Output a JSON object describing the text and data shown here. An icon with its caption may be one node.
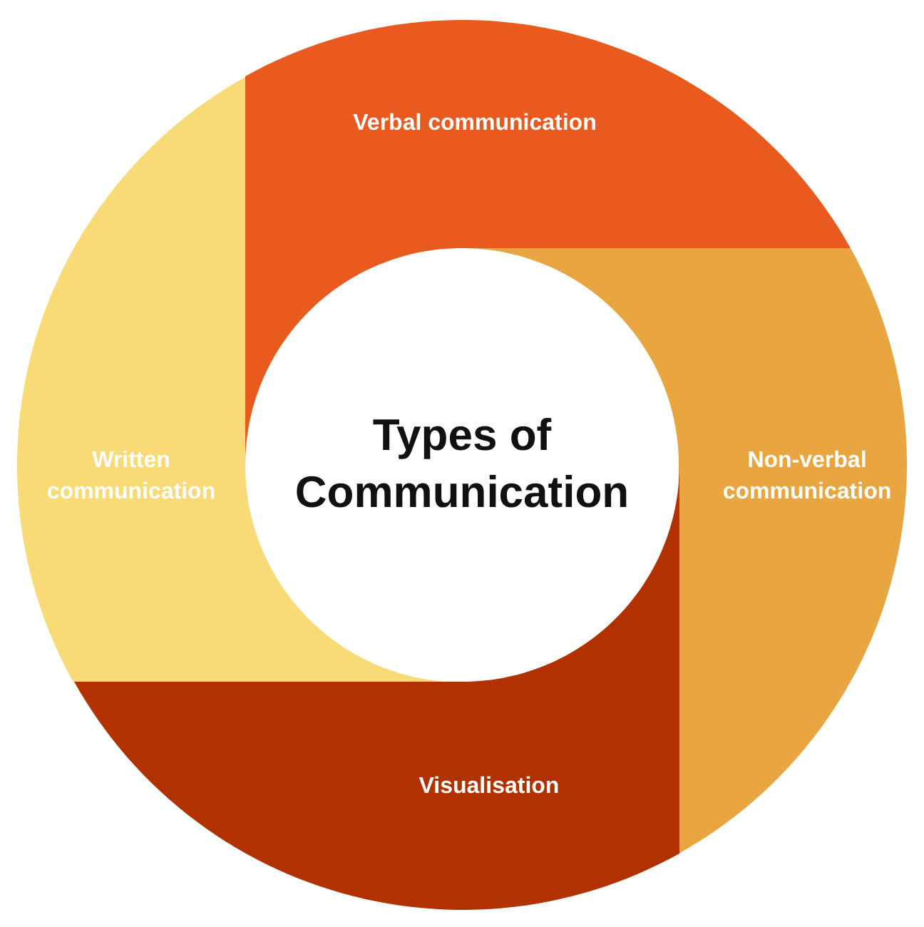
{
  "diagram": {
    "nodes": [
      {
        "text": [
          "Verbal communication"
        ]
      },
      {
        "text": [
          "Written communication"
        ]
      },
      {
        "text": [
          "Types of Communication"
        ]
      },
      {
        "text": [
          "Non-verbal communication"
        ]
      },
      {
        "text": [
          "Visualisation"
        ]
      }
    ]
  }
}
